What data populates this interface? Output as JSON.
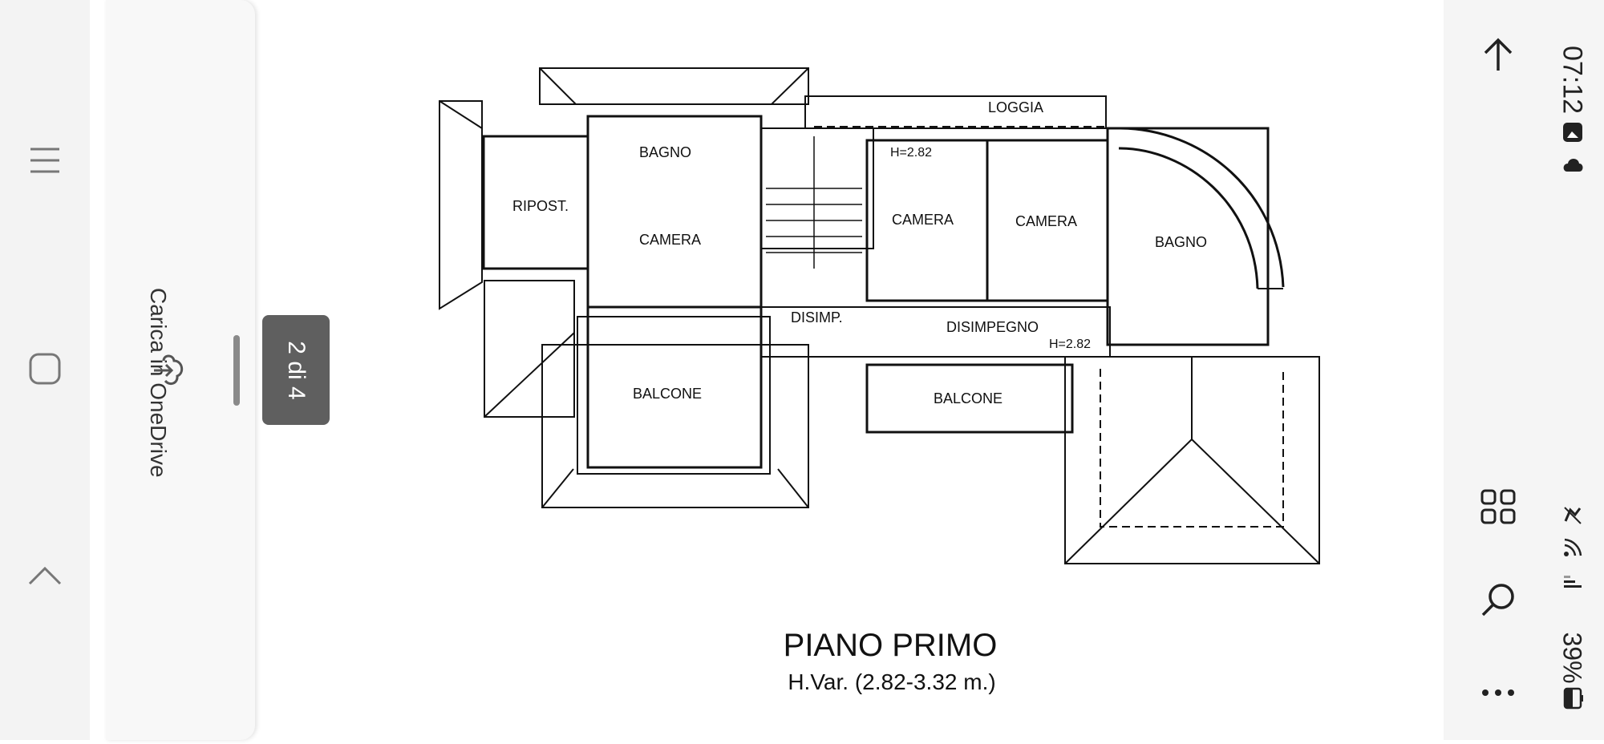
{
  "viewer": {
    "upload_label": "Carica in OneDrive",
    "page_counter": "2 di 4"
  },
  "floor_plan": {
    "rooms": {
      "bagno_1": "BAGNO",
      "ripost": "RIPOST.",
      "camera_1": "CAMERA",
      "camera_2": "CAMERA",
      "camera_3": "CAMERA",
      "bagno_2": "BAGNO",
      "loggia": "LOGGIA",
      "disimp": "DISIMP.",
      "disimpegno": "DISIMPEGNO",
      "balcone_1": "BALCONE",
      "balcone_2": "BALCONE"
    },
    "height_top": "H=2.82",
    "height_bottom": "H=2.82",
    "title": "PIANO PRIMO",
    "subtitle": "H.Var. (2.82-3.32 m.)"
  },
  "status_bar": {
    "time": "07:12",
    "battery": "39%"
  },
  "icons": {
    "nav": [
      "menu-lines-icon",
      "home-square-icon",
      "chevron-up-icon"
    ],
    "toolbar": [
      "arrow-up-icon",
      "grid-icon",
      "search-icon",
      "more-icon"
    ],
    "status": [
      "gallery-icon",
      "cloud-icon",
      "mute-icon",
      "wifi-icon",
      "signal-icon",
      "battery-icon"
    ]
  },
  "colors": {
    "page_pill_bg": "#5f5f5f",
    "toolbar_bg": "#f5f5f5",
    "ink": "#111111"
  }
}
